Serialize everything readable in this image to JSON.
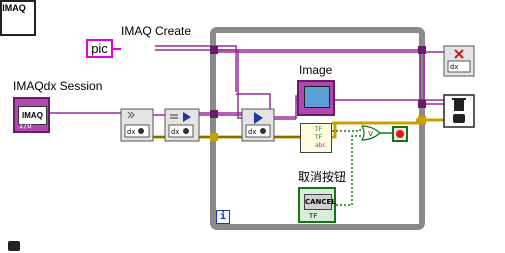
{
  "labels": {
    "imaq_create": "IMAQ Create",
    "imaqdx_session": "IMAQdx Session",
    "image": "Image",
    "cancel": "取消按钮"
  },
  "constants": {
    "pic": "pic"
  },
  "icon_text": {
    "imaq_create_top": "IMAQ",
    "session_inner": "IMAQ",
    "session_io": "I/O",
    "cancel_button": "CANCEL",
    "cancel_tf": "TF",
    "unbundle_rows": [
      "TF",
      "TF",
      "abc"
    ],
    "loop_iteration": "i"
  },
  "colors": {
    "image_wire": "#9a2a9a",
    "string_wire": "#e000e0",
    "error_wire": "#c8a000",
    "boolean_wire": "#117711",
    "loop_frame": "#888888",
    "tunnel_orange": "#c8a000",
    "tunnel_purple": "#6a1a6a",
    "stop_red": "#e01818"
  }
}
